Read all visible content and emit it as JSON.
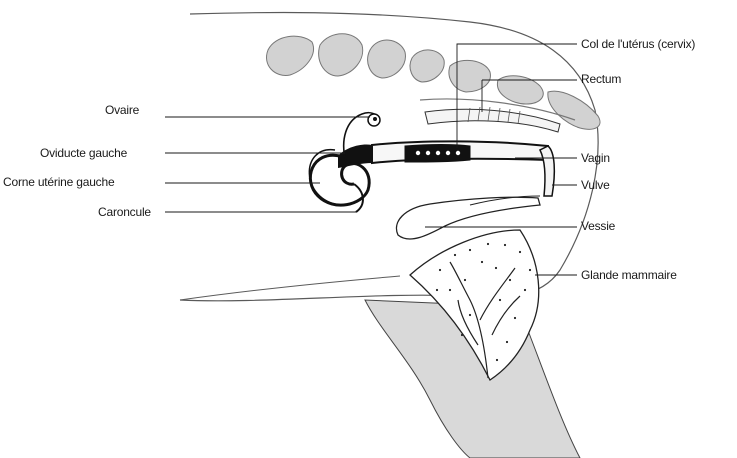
{
  "labels": {
    "ovaire": "Ovaire",
    "oviducte_gauche": "Oviducte gauche",
    "corne_uterine_gauche": "Corne utérine gauche",
    "caroncule": "Caroncule",
    "col_uterus": "Col de l'utérus (cervix)",
    "rectum": "Rectum",
    "vagin": "Vagin",
    "vulve": "Vulve",
    "vessie": "Vessie",
    "glande_mammaire": "Glande mammaire"
  },
  "colors": {
    "line": "#1a1a1a",
    "bone_fill": "#d2d2d2",
    "leg_fill": "#d9d9d9",
    "organ_dark": "#111111",
    "body_outline": "#5a5a5a"
  }
}
